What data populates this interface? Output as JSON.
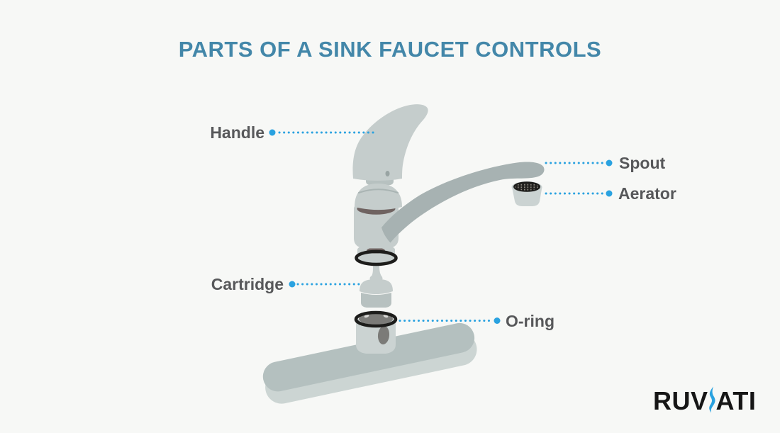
{
  "title": "PARTS OF A SINK FAUCET CONTROLS",
  "parts": {
    "handle": "Handle",
    "spout": "Spout",
    "aerator": "Aerator",
    "cartridge": "Cartridge",
    "oring": "O-ring"
  },
  "logo": {
    "part1": "RUV",
    "part2": "ATI"
  },
  "colors": {
    "bg": "#f7f8f6",
    "title_text": "#4387a9",
    "label_text": "#57585a",
    "accent": "#2aa2e0",
    "faucet_light": "#c5cdcc",
    "faucet_mid": "#b7c1c0",
    "faucet_lighter": "#cbd3d2",
    "spout_gray": "#a7b2b2",
    "shadow_line": "#a9b4b3",
    "interior_brown": "#6f6361",
    "interior_gray": "#7b7b78",
    "ring_black": "#1d1d1b",
    "plate_top": "#b4c0bf",
    "plate_side": "#ccd5d3",
    "mesh_dark": "#23221f",
    "mesh_light": "#8c8880",
    "speck": "#d9d9d6",
    "screw_gray": "#99a4a3",
    "logo_black": "#161616"
  }
}
